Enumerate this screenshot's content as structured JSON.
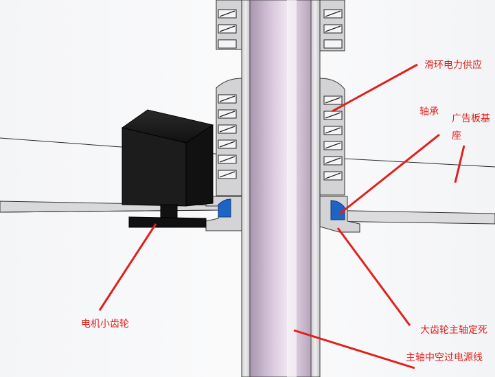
{
  "labels": {
    "slip_ring": "滑环电力供应",
    "bearing": "轴承",
    "billboard_base_line1": "广告板基",
    "billboard_base_line2": "座",
    "motor_pinion": "电机小齿轮",
    "big_gear_fixed": "大齿轮主轴定死",
    "hollow_shaft": "主轴中空过电源线"
  },
  "colors": {
    "annotation": "#e0201b",
    "shaft": "#c8b4cc",
    "frame": "#d6d6d8",
    "motor": "#1a1a1a",
    "blue_part": "#1d64c4"
  }
}
